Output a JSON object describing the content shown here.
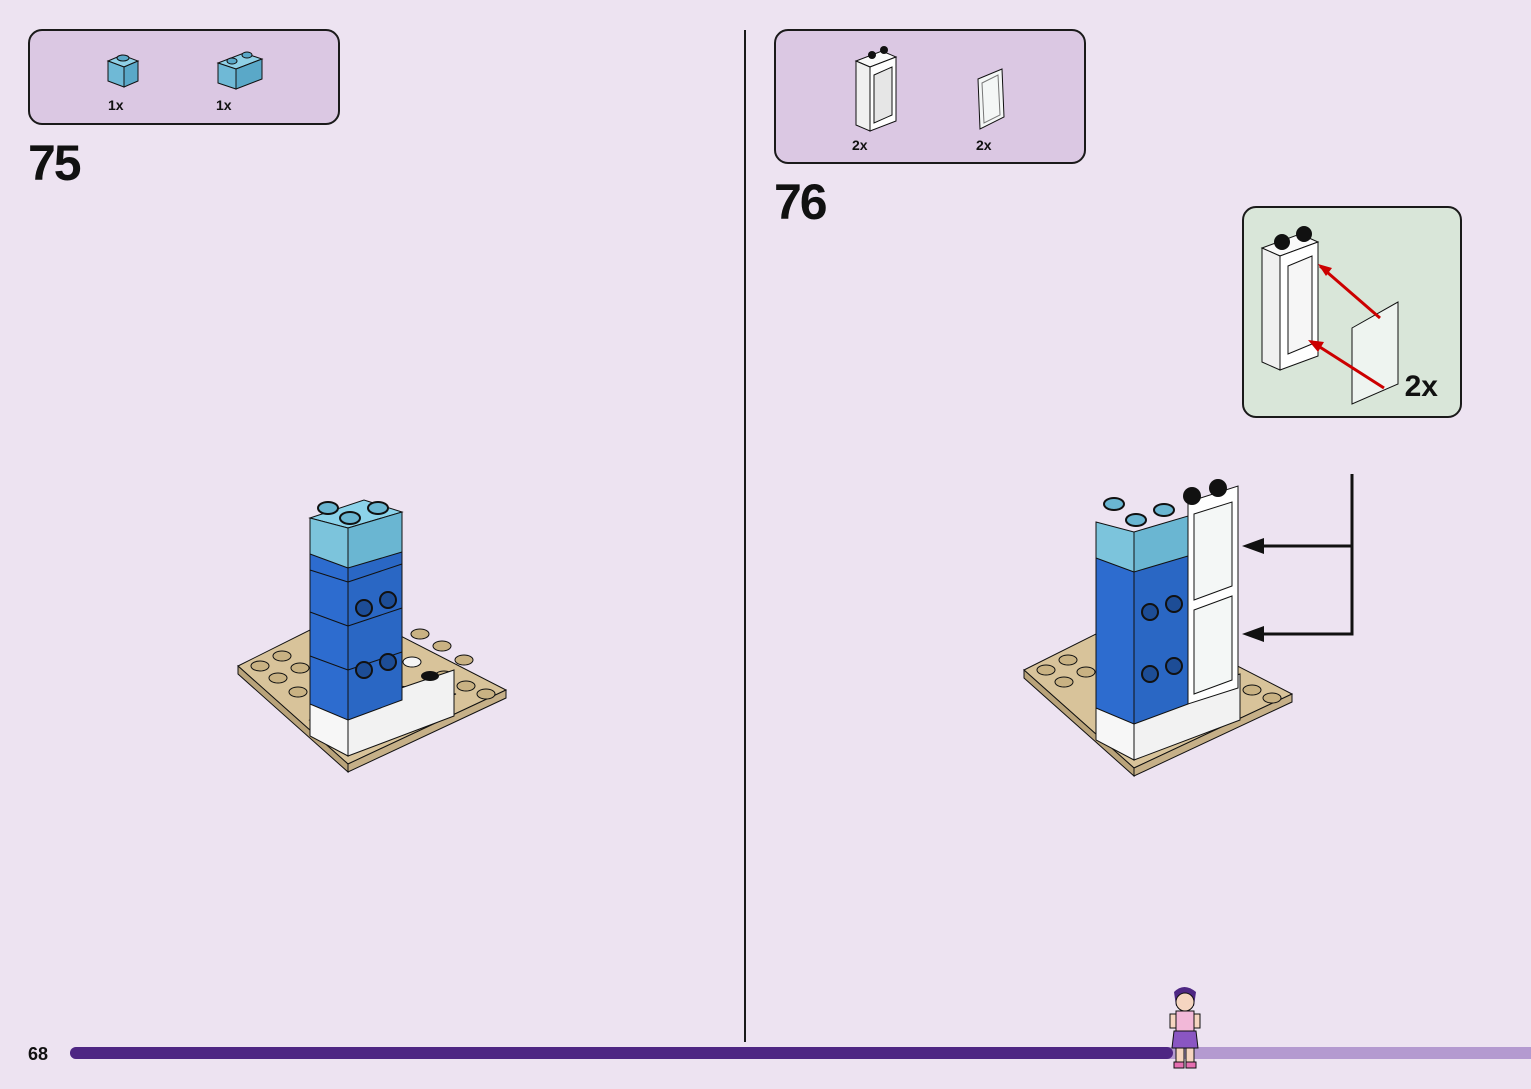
{
  "page": {
    "number": "68",
    "progress": 0.755
  },
  "colors": {
    "background": "#ede3f1",
    "parts_box": "#dbc8e3",
    "callout_box": "#d9e6d9",
    "progress_done": "#4e2683",
    "progress_rest": "#b49ad0"
  },
  "steps": [
    {
      "number": "75",
      "parts": [
        {
          "name": "medium-azure-brick-1x1",
          "qty": "1x"
        },
        {
          "name": "medium-azure-brick-1x2",
          "qty": "1x"
        }
      ]
    },
    {
      "number": "76",
      "parts": [
        {
          "name": "white-window-frame-1x2x3",
          "qty": "2x"
        },
        {
          "name": "transparent-glass-pane",
          "qty": "2x"
        }
      ],
      "subassembly": {
        "qty": "2x"
      }
    }
  ]
}
